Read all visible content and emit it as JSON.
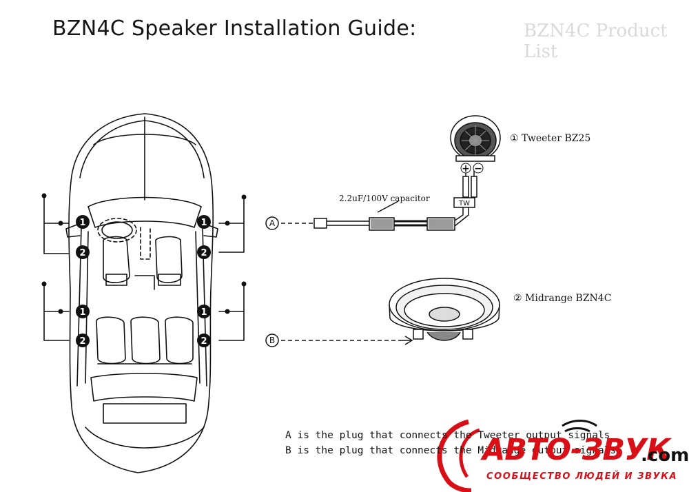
{
  "title": "BZN4C Speaker Installation Guide:",
  "ghost_title": "BZN4C Product List",
  "labels": {
    "tweeter": "① Tweeter BZ25",
    "midrange": "② Midrange BZN4C",
    "capacitor": "2.2uF/100V capacitor",
    "tw": "TW",
    "plug_a": "A",
    "plug_b": "B",
    "marker_1": "1",
    "marker_2": "2",
    "plus": "+",
    "minus": "−"
  },
  "notes": [
    "A is the plug that connects the Tweeter output signals",
    "B is the plug that connects the Midrange output signals"
  ],
  "logo": {
    "main": "АВТО-ЗВУК",
    "domain": ".com",
    "tagline": "СООБЩЕСТВО ЛЮДЕЙ И ЗВУКА"
  },
  "colors": {
    "ink": "#111111",
    "brand_red": "#d90f18"
  }
}
